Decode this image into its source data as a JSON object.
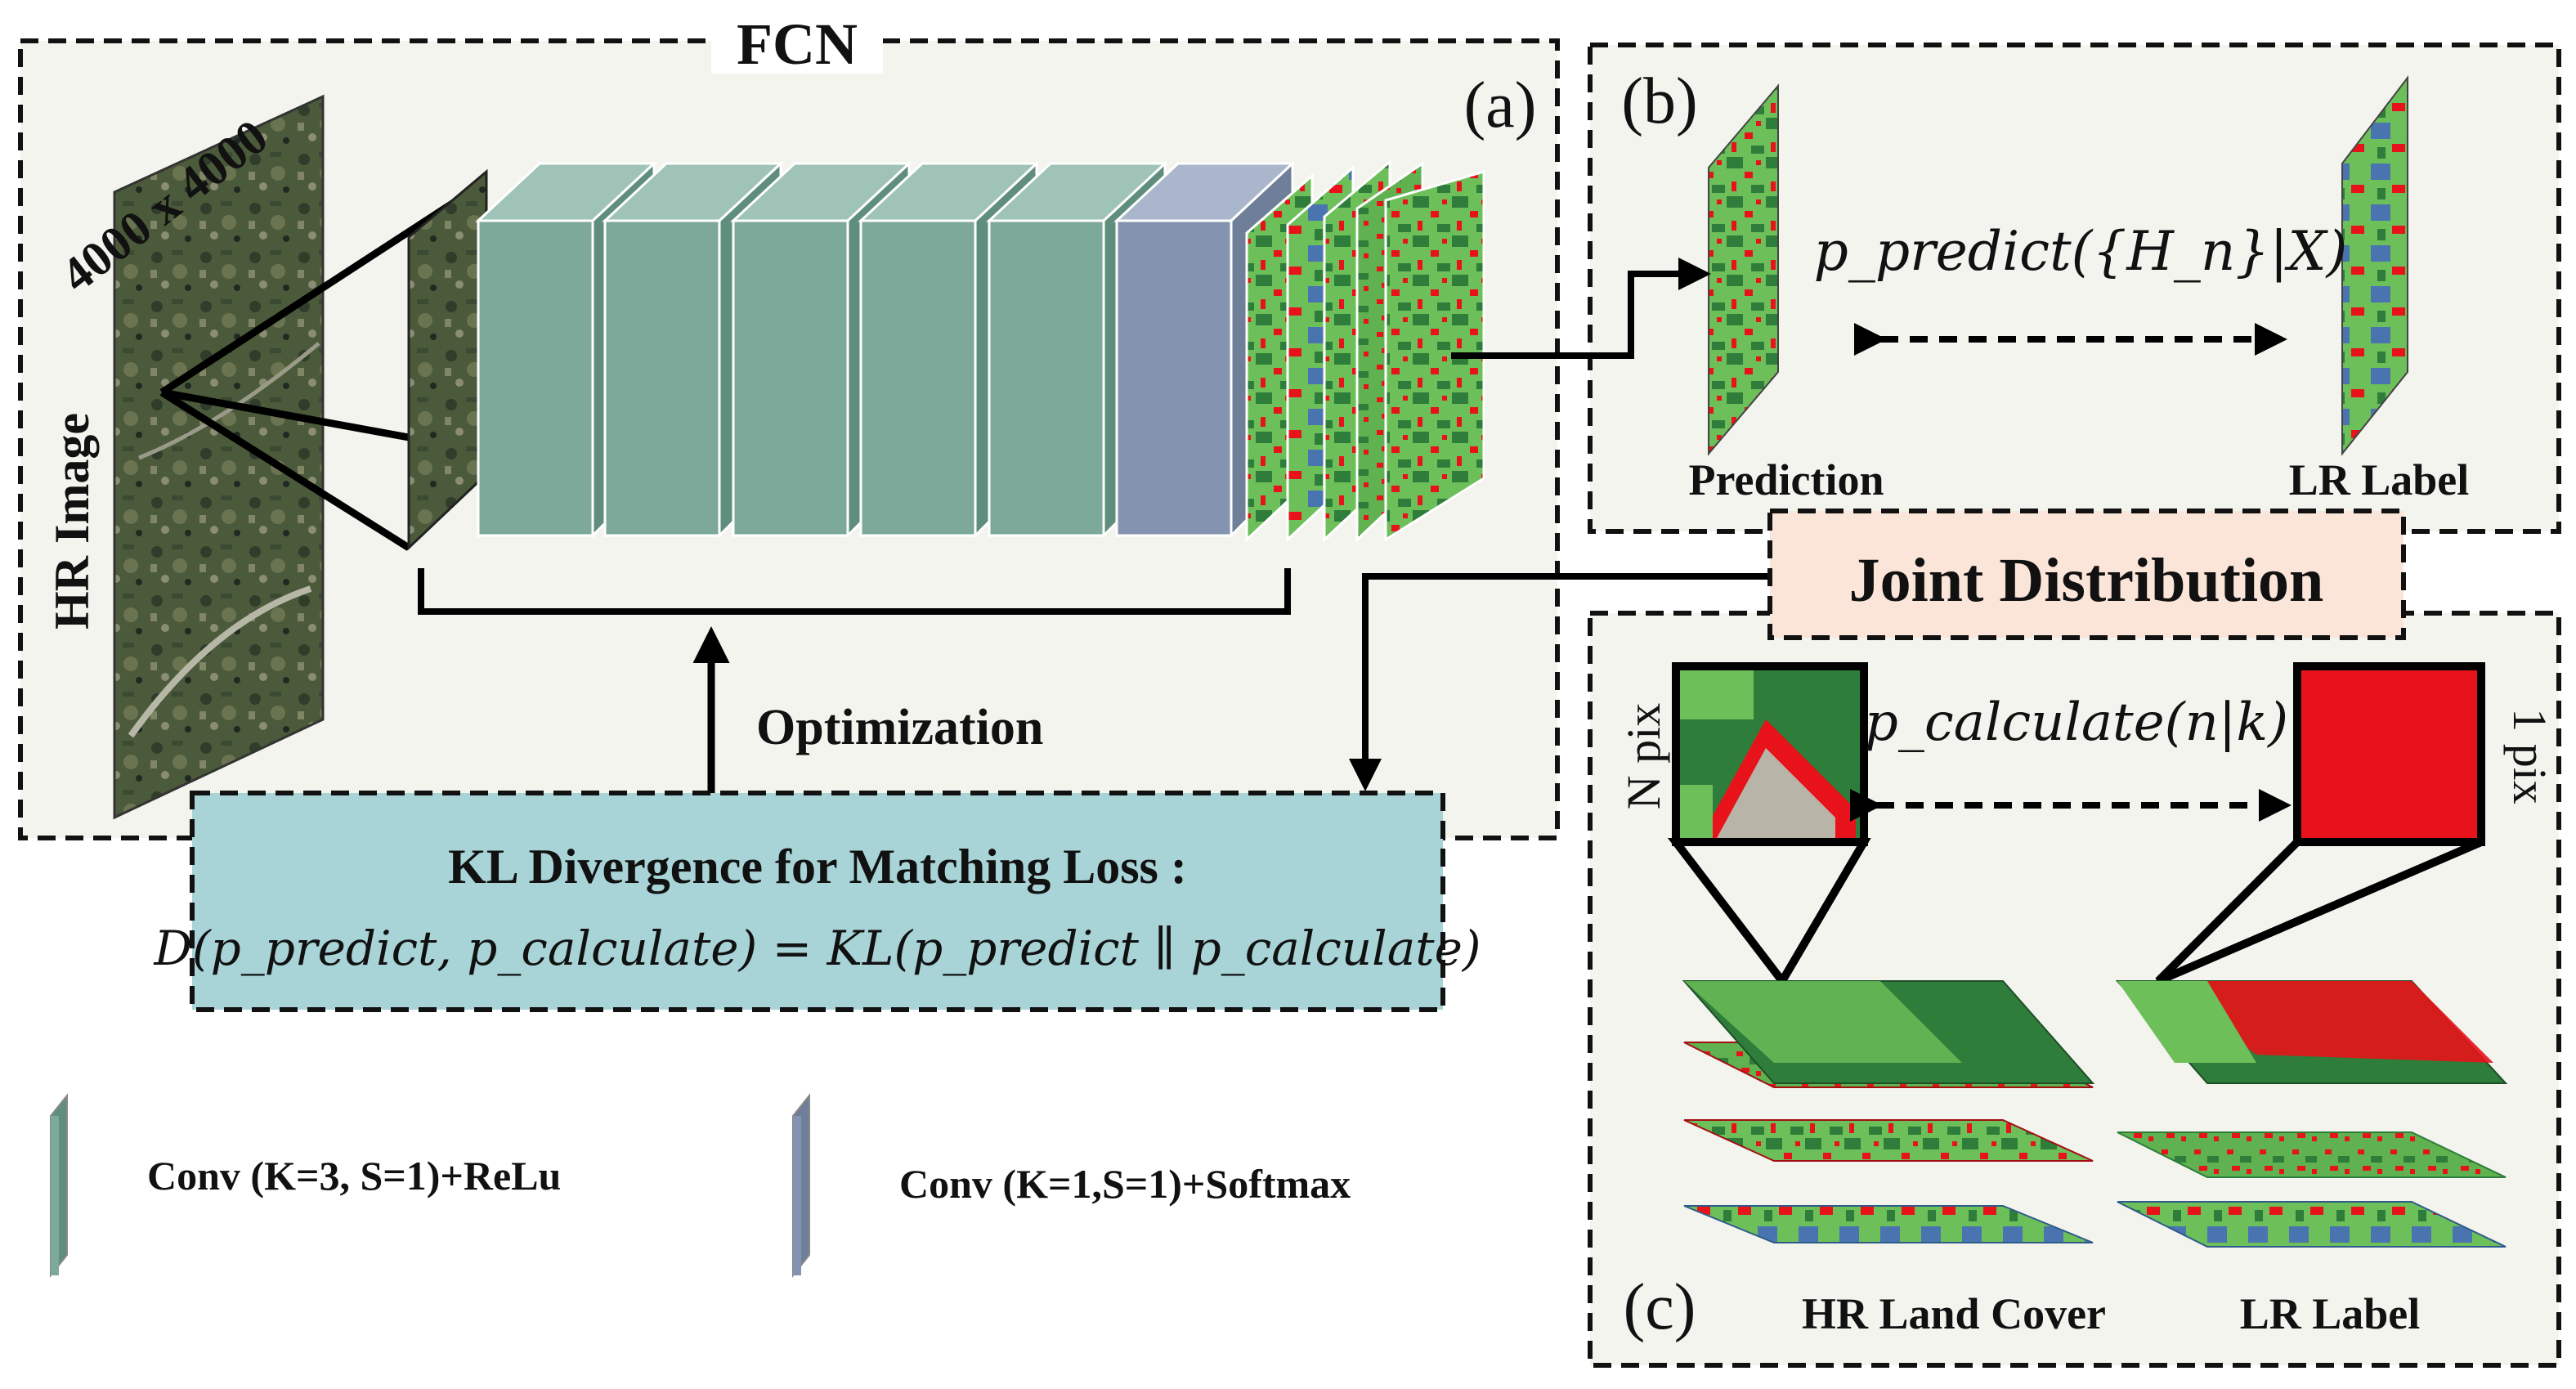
{
  "fcn_label": "FCN",
  "panel_a_label": "(a)",
  "panel_b_label": "(b)",
  "panel_c_label": "(c)",
  "hr_size_label": "4000 x 4000",
  "hr_image_label": "HR Image",
  "optimization_label": "Optimization",
  "prediction_label": "Prediction",
  "lr_label_b": "LR Label",
  "p_predict_formula": "p_predict({H_n}|X)",
  "joint_distribution_label": "Joint Distribution",
  "n_pix_label": "N pix",
  "one_pix_label": "1 pix",
  "p_calculate_formula": "p_calculate(n|k)",
  "hr_land_cover_label": "HR Land Cover",
  "lr_label_c": "LR Label",
  "kl_title": "KL Divergence for Matching Loss :",
  "kl_formula": "D(p_predict, p_calculate) = KL(p_predict ∥ p_calculate)",
  "legend": [
    {
      "label": "Conv (K=3, S=1)+ReLu",
      "color": "#5f8e7d"
    },
    {
      "label": "Conv (K=1,S=1)+Softmax",
      "color": "#6f7e99"
    }
  ],
  "colors": {
    "conv_front": "#7da99a",
    "conv_side": "#5f8e7d",
    "conv_top": "#9fc3b6",
    "softmax_front": "#8494b0",
    "softmax_side": "#6f7e99",
    "softmax_top": "#a9b6cc",
    "kl_box": "#a8d4d8",
    "joint_box": "#fbe4d8",
    "panel_bg": "#f4f4ef",
    "map_light_green": "#6dbf5a",
    "map_dark_green": "#2e7d3a",
    "map_red": "#e8131a",
    "map_blue": "#4a74b0",
    "map_gray": "#b8b4a8"
  }
}
